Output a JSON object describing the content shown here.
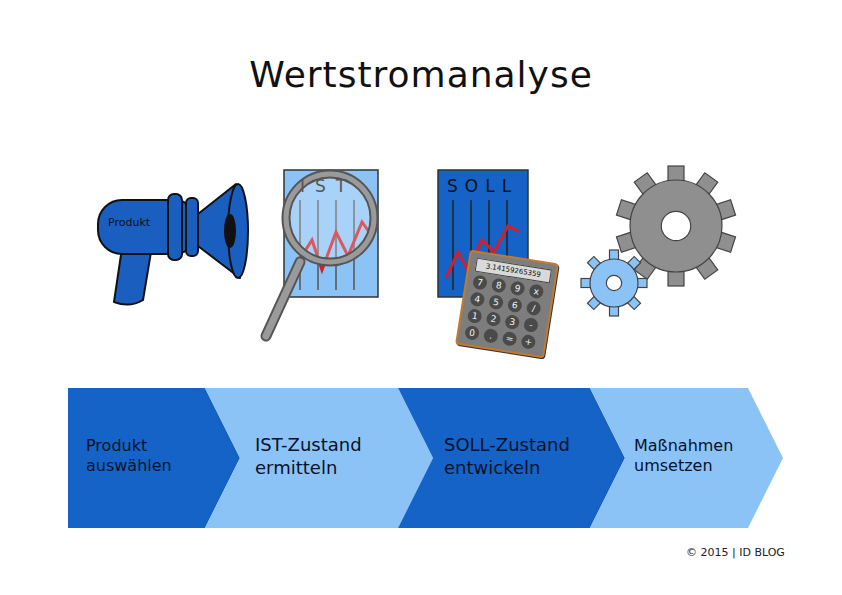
{
  "diagram": {
    "title": "Wertstromanalyse",
    "nodes": [
      {
        "text": [
          "Produkt auswählen"
        ]
      },
      {
        "text": [
          "IST-Zustand ermitteln"
        ]
      },
      {
        "text": [
          "SOLL-Zustand entwickeln"
        ]
      },
      {
        "text": [
          "Maßnahmen umsetzen"
        ]
      }
    ],
    "labels": [
      "Produkt",
      "IST",
      "SOLL",
      "3.14159265359",
      "7",
      "8",
      "9",
      "x",
      "4",
      "5",
      "6",
      "/",
      "1",
      "2",
      "3",
      "-",
      "0",
      ".",
      "=",
      "+",
      "© 2015 | ID BLOG"
    ]
  }
}
